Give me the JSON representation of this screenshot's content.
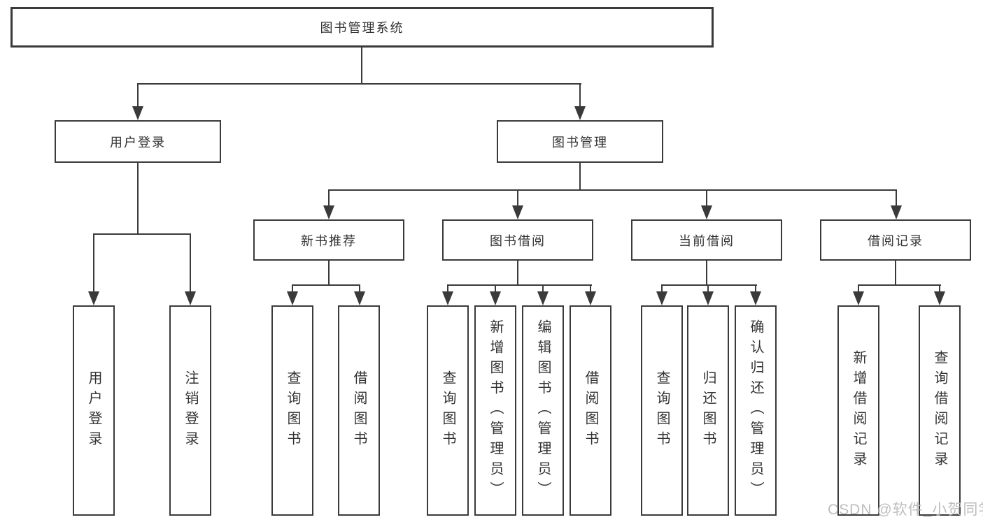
{
  "watermark": "CSDN @软件_小贺同学",
  "colors": {
    "line": "#3a3a3a",
    "text": "#333333",
    "watermark": "#b9b9b9",
    "background": "#ffffff"
  },
  "tree": {
    "root": {
      "label": "图书管理系统"
    },
    "level2": [
      {
        "label": "用户登录"
      },
      {
        "label": "图书管理"
      }
    ],
    "level3": [
      {
        "label": "新书推荐"
      },
      {
        "label": "图书借阅"
      },
      {
        "label": "当前借阅"
      },
      {
        "label": "借阅记录"
      }
    ],
    "leaves": {
      "user_login_group": [
        {
          "label": "用户登录"
        },
        {
          "label": "注销登录"
        }
      ],
      "new_book_group": [
        {
          "label": "查询图书"
        },
        {
          "label": "借阅图书"
        }
      ],
      "borrow_group": [
        {
          "label": "查询图书"
        },
        {
          "label": "新增图书（管理员）"
        },
        {
          "label": "编辑图书（管理员）"
        },
        {
          "label": "借阅图书"
        }
      ],
      "current_group": [
        {
          "label": "查询图书"
        },
        {
          "label": "归还图书"
        },
        {
          "label": "确认归还（管理员）"
        }
      ],
      "record_group": [
        {
          "label": "新增借阅记录"
        },
        {
          "label": "查询借阅记录"
        }
      ]
    }
  }
}
